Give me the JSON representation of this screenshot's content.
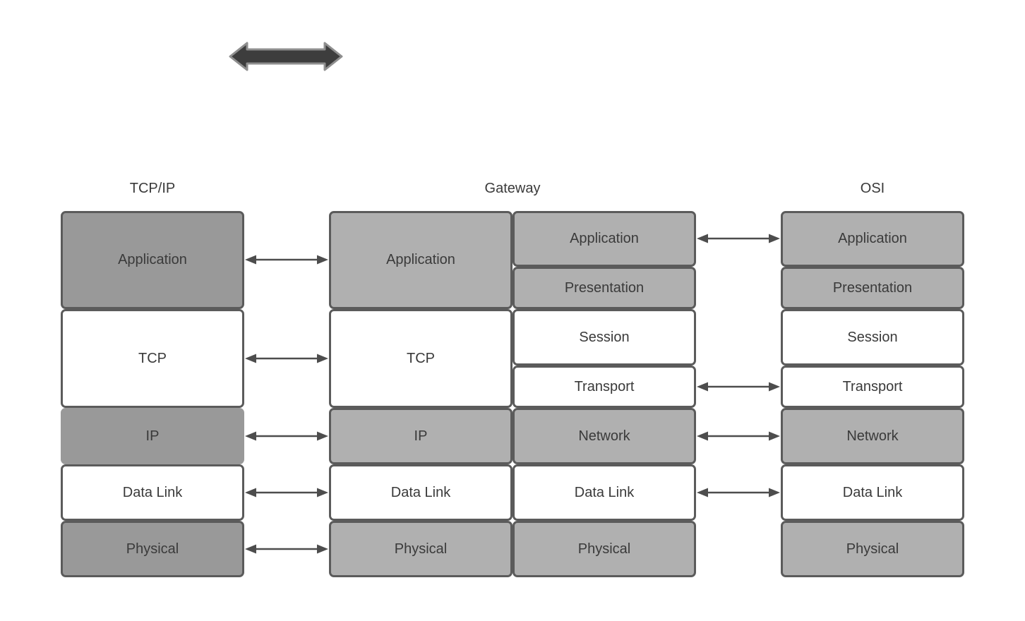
{
  "diagram": {
    "type": "network-layer-mapping",
    "colors": {
      "background": "#ffffff",
      "dark_gray_fill": "#999999",
      "light_gray_fill": "#b0b0b0",
      "white_fill": "#ffffff",
      "box_border": "#5b5b5b",
      "connector_arrow": "#4d4d4d",
      "text": "#3a3a3a",
      "top_arrow_fill": "#3d3d3d",
      "top_arrow_outline": "#8f8f8f"
    },
    "columns": {
      "tcpip": {
        "label": "TCP/IP",
        "layers": [
          {
            "label": "Application"
          },
          {
            "label": "TCP"
          },
          {
            "label": "IP"
          },
          {
            "label": "Data Link"
          },
          {
            "label": "Physical"
          }
        ]
      },
      "gateway": {
        "label": "Gateway",
        "left_layers": [
          {
            "label": "Application"
          },
          {
            "label": "TCP"
          },
          {
            "label": "IP"
          },
          {
            "label": "Data Link"
          },
          {
            "label": "Physical"
          }
        ],
        "right_layers": [
          {
            "label": "Application"
          },
          {
            "label": "Presentation"
          },
          {
            "label": "Session"
          },
          {
            "label": "Transport"
          },
          {
            "label": "Network"
          },
          {
            "label": "Data Link"
          },
          {
            "label": "Physical"
          }
        ]
      },
      "osi": {
        "label": "OSI",
        "layers": [
          {
            "label": "Application"
          },
          {
            "label": "Presentation"
          },
          {
            "label": "Session"
          },
          {
            "label": "Transport"
          },
          {
            "label": "Network"
          },
          {
            "label": "Data Link"
          },
          {
            "label": "Physical"
          }
        ]
      }
    },
    "connections": {
      "tcpip_gateway": [
        "Application",
        "TCP",
        "IP",
        "Data Link",
        "Physical"
      ],
      "gateway_osi": [
        "Application",
        "Transport",
        "Network",
        "Data Link"
      ]
    }
  }
}
